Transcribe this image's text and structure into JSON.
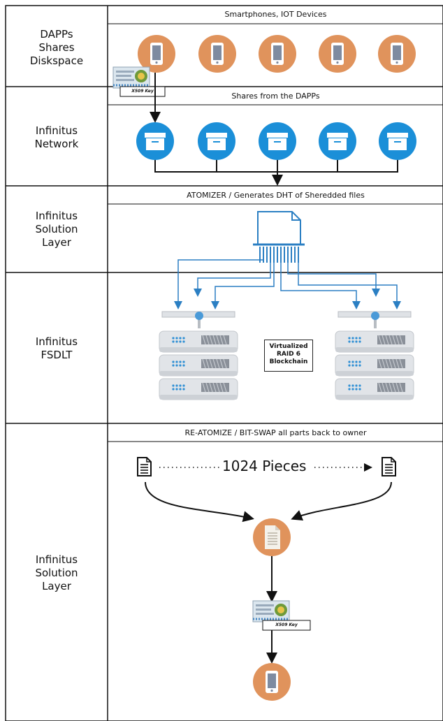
{
  "rows": [
    {
      "label_lines": [
        "DAPPs",
        "Shares",
        "Diskspace"
      ]
    },
    {
      "label_lines": [
        "Infinitus",
        "Network"
      ]
    },
    {
      "label_lines": [
        "Infinitus",
        "Solution",
        "Layer"
      ]
    },
    {
      "label_lines": [
        "Infinitus",
        "FSDLT"
      ]
    },
    {
      "label_lines": [
        "Infinitus",
        "Solution",
        "Layer"
      ]
    }
  ],
  "headers": {
    "devices": "Smartphones, IOT Devices",
    "shares": "Shares from the DAPPs",
    "atomizer": "ATOMIZER / Generates DHT of Sheredded files",
    "reatomize": "RE-ATOMIZE / BIT-SWAP all parts back to owner"
  },
  "raid_lines": [
    "Virtualized",
    "RAID 6",
    "Blockchain"
  ],
  "pieces_label": "1024 Pieces",
  "x509_label": "X509 Key",
  "colors": {
    "phone_circle": "#e0935c",
    "storage_circle": "#1b8fd8",
    "blue_line": "#2b7fc3",
    "server_gray": "#d9dce0",
    "led_blue": "#2f8fd4"
  },
  "icons": [
    "smartphone-icon",
    "archive-box-icon",
    "document-icon",
    "server-icon",
    "certificate-icon"
  ]
}
